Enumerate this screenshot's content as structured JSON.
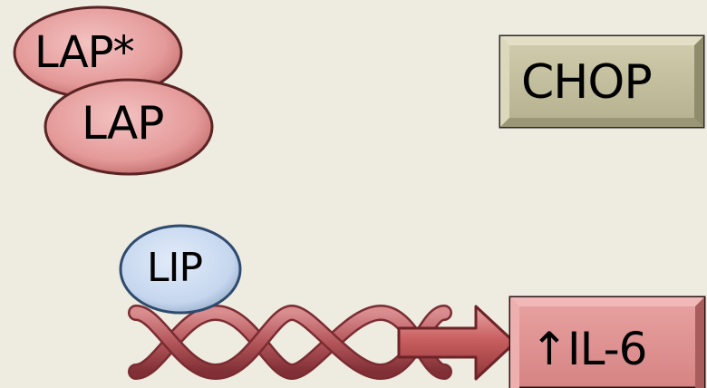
{
  "labels": {
    "lap_star": "LAP*",
    "lap": "LAP",
    "chop": "CHOP",
    "lip": "LIP",
    "il6": "↑IL-6"
  },
  "colors": {
    "background": "#eeebe0",
    "lap_fill": "#e7a1a0",
    "chop_fill": "#c3bf9f",
    "lip_fill": "#c9daf0",
    "il6_fill": "#df9190",
    "dna_strand": "#b4565b",
    "arrow": "#c85d5e"
  }
}
